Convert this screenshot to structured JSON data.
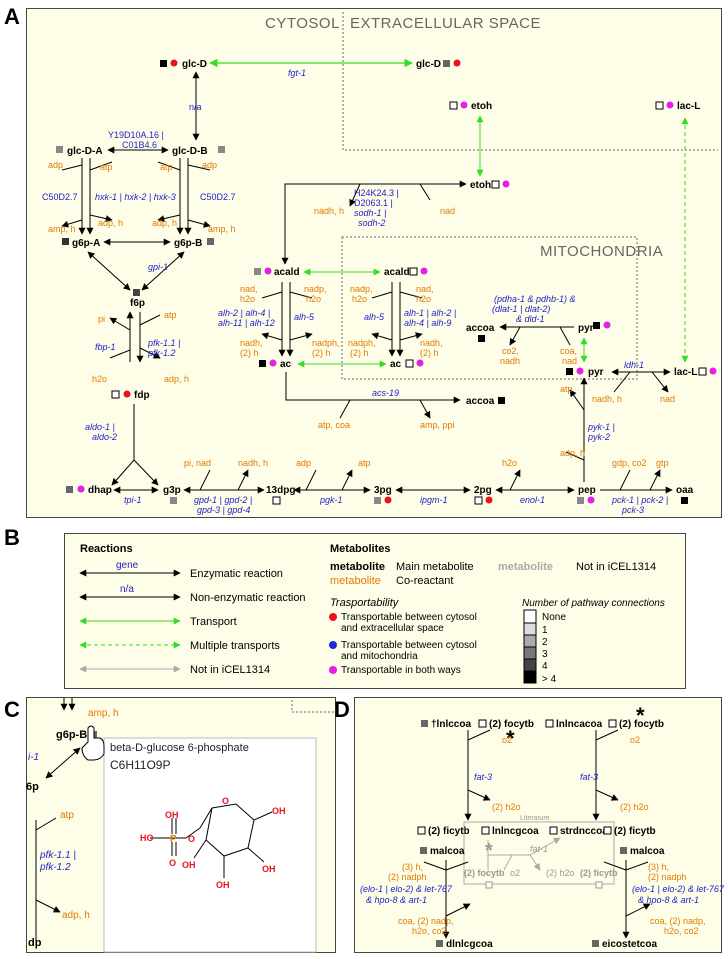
{
  "panels": {
    "a": "A",
    "b": "B",
    "c": "C",
    "d": "D"
  },
  "compartments": {
    "cytosol": "CYTOSOL",
    "extracellular": "EXTRACELLULAR SPACE",
    "mitochondria": "MITOCHONDRIA"
  },
  "metabolites": {
    "glc_d_cyt": "glc-D",
    "glc_d_ext": "glc-D",
    "glc_d_a": "glc-D-A",
    "glc_d_b": "glc-D-B",
    "g6p_a": "g6p-A",
    "g6p_b": "g6p-B",
    "f6p": "f6p",
    "fdp": "fdp",
    "dhap": "dhap",
    "g3p": "g3p",
    "13dpg": "13dpg",
    "3pg": "3pg",
    "2pg": "2pg",
    "pep": "pep",
    "oaa": "oaa",
    "pyr_cyt": "pyr",
    "lacl_cyt": "lac-L",
    "lacl_ext": "lac-L",
    "etoh_ext": "etoh",
    "etoh_cyt": "etoh",
    "acald_cyt": "acald",
    "acald_mit": "acald",
    "ac_cyt": "ac",
    "ac_mit": "ac",
    "accoa_cyt": "accoa",
    "accoa_mit": "accoa",
    "pyr_mit": "pyr"
  },
  "genes": {
    "fgt1": "fgt-1",
    "na": "n/a",
    "y19": "Y19D10A.16 |",
    "c01": "C01B4.6",
    "c50a": "C50D2.7",
    "c50b": "C50D2.7",
    "hxk": "hxk-1 | hxk-2 | hxk-3",
    "gpi1": "gpi-1",
    "fbp1": "fbp-1",
    "pfk1": "pfk-1.1 |",
    "pfk2": "pfk-1.2",
    "aldo1": "aldo-1 |",
    "aldo2": "aldo-2",
    "tpi1": "tpi-1",
    "gpd1": "gpd-1 | gpd-2 |",
    "gpd2": "gpd-3 | gpd-4",
    "pgk1": "pgk-1",
    "ipgm1": "ipgm-1",
    "enol1": "enol-1",
    "pyk1": "pyk-1 |",
    "pyk2": "pyk-2",
    "pck1": "pck-1 | pck-2 |",
    "pck2": "pck-3",
    "ldh1": "ldh-1",
    "acs19": "acs-19",
    "h24a": "H24K24.3 |",
    "h24b": "D2063.1 |",
    "h24c": "sodh-1 |",
    "h24d": "sodh-2",
    "alh_c1": "alh-2 | alh-4 |",
    "alh_c2": "alh-11 | alh-12",
    "alh5a": "alh-5",
    "alh5b": "alh-5",
    "alh_m1": "alh-1 | alh-2 |",
    "alh_m2": "alh-4 | alh-9",
    "pdh1": "(pdha-1 & pdhb-1) &",
    "pdh2": "(dlat-1 | dlat-2)",
    "pdh3": "& dld-1"
  },
  "cofactors": {
    "adp": "adp",
    "atp": "atp",
    "amp_h": "amp, h",
    "adp_h": "adp, h",
    "pi": "pi",
    "h2o": "h2o",
    "pi_nad": "pi, nad",
    "nadh_h": "nadh, h",
    "nad": "nad",
    "gdp_co2": "gdp, co2",
    "gtp": "gtp",
    "atp_coa": "atp, coa",
    "amp_ppi": "amp, ppi",
    "nad_h2o": "nad,",
    "nadp_h2o": "nadp,",
    "h2o_only": "h2o",
    "nadh_2h": "nadh,",
    "nadph_2h": "nadph,",
    "two_h": "(2) h",
    "co2_nadh": "co2,",
    "nadh_only": "nadh",
    "coa_nad": "coa,",
    "nad_only": "nad"
  },
  "legend": {
    "reactions_title": "Reactions",
    "gene_label": "gene",
    "na_label": "n/a",
    "enzymatic": "Enzymatic reaction",
    "nonenzymatic": "Non-enzymatic reaction",
    "transport": "Transport",
    "multiple": "Multiple transports",
    "not_in_model": "Not in iCEL1314",
    "metabolites_title": "Metabolites",
    "main_met_word": "metabolite",
    "main_met": "Main metabolite",
    "co_word": "metabolite",
    "co_reactant": "Co-reactant",
    "grey_word": "metabolite",
    "not_in": "Not in iCEL1314",
    "transp_title": "Trasportability",
    "t_red1": "Transportable between cytosol",
    "t_red2": "and extracellular space",
    "t_blue1": "Transportable between cytosol",
    "t_blue2": "and mitochondria",
    "t_mag": "Transportable in both ways",
    "conn_title": "Number of pathway connections",
    "conn_none": "None",
    "conn_1": "1",
    "conn_2": "2",
    "conn_3": "3",
    "conn_4": "4",
    "conn_gt4": "> 4",
    "colors": {
      "red": "#e8141c",
      "blue": "#1a2ad8",
      "magenta": "#e61ee6",
      "green": "#33dd22"
    }
  },
  "panel_c": {
    "amp_h": "amp, h",
    "g6pb": "g6p-B",
    "i1": "i-1",
    "sp": "6p",
    "atp": "atp",
    "pfk1": "pfk-1.1 |",
    "pfk2": "pfk-1.2",
    "adph": "adp, h",
    "dp": "dp",
    "tooltip_name": "beta-D-glucose 6-phosphate",
    "tooltip_formula": "C6H11O9P",
    "atoms": {
      "oh": "OH",
      "ho": "HO",
      "p": "P",
      "o": "O"
    }
  },
  "panel_d": {
    "lnlccoa": "†lnlccoa",
    "focytb1": "(2) focytb",
    "lnlncacoa": "lnlncacoa",
    "focytb2": "(2) focytb",
    "o2a": "o2",
    "o2b": "o2",
    "fat3a": "fat-3",
    "fat3b": "fat-3",
    "h2oa": "(2) h2o",
    "h2ob": "(2) h2o",
    "ficytb1": "(2) ficytb",
    "lnlncgcoa": "lnlncgcoa",
    "strdnccoa": "strdnccoa",
    "ficytb2": "(2) ficytb",
    "literature": "Literature",
    "fat1": "fat-1",
    "gfocytb": "(2) focytb",
    "go2": "o2",
    "gh2o": "(2) h2o",
    "gficytb": "(2) ficytb",
    "malcoa1": "malcoa",
    "malcoa2": "malcoa",
    "h3a": "(3) h,",
    "nadph2a": "(2) nadph",
    "h3b": "(3) h,",
    "nadph2b": "(2) nadph",
    "elo_a1": "(elo-1 | elo-2) & let-767",
    "elo_a2": "& hpo-8 & art-1",
    "elo_b1": "(elo-1 | elo-2) & let-767",
    "elo_b2": "& hpo-8 & art-1",
    "coa_a1": "coa, (2) nadp,",
    "coa_a2": "h2o, co2",
    "coa_b1": "coa, (2) nadp,",
    "coa_b2": "h2o, co2",
    "dlnlcgcoa": "dlnlcgcoa",
    "eicostetcoa": "eicostetcoa"
  }
}
